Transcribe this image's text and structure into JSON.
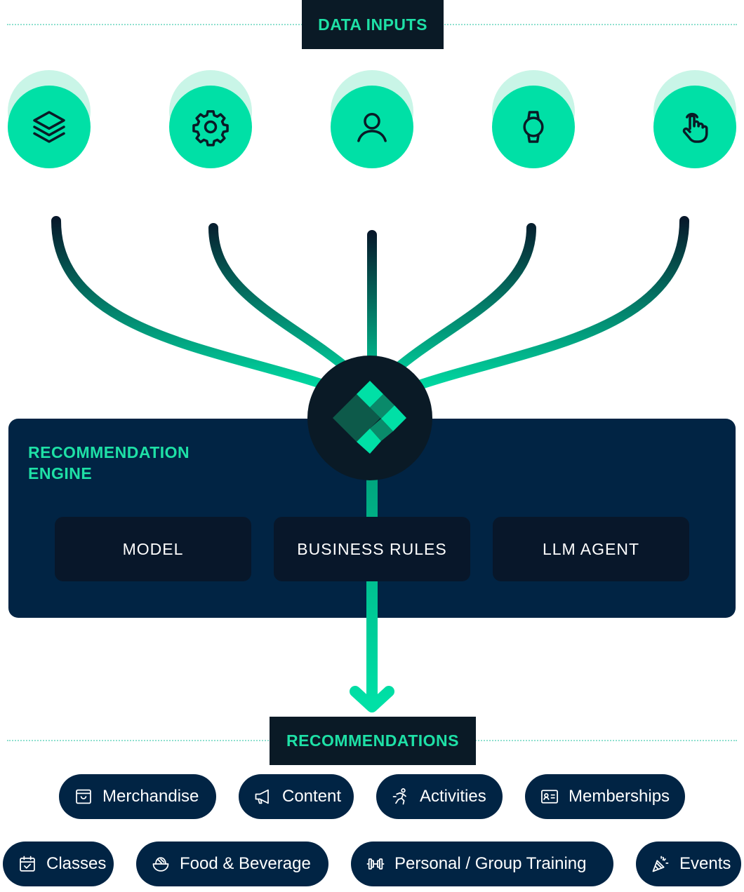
{
  "header": {
    "title": "DATA INPUTS"
  },
  "inputs": [
    {
      "icon": "layers-icon"
    },
    {
      "icon": "gear-icon"
    },
    {
      "icon": "user-icon"
    },
    {
      "icon": "smartwatch-icon"
    },
    {
      "icon": "pointer-hand-icon"
    }
  ],
  "engine": {
    "title_line1": "RECOMMENDATION",
    "title_line2": "ENGINE",
    "hub_icon": "engine-logo-icon",
    "boxes": [
      "MODEL",
      "BUSINESS RULES",
      "LLM AGENT"
    ]
  },
  "output": {
    "title": "RECOMMENDATIONS"
  },
  "recommendations": [
    {
      "label": "Merchandise",
      "icon": "shopping-bag-icon"
    },
    {
      "label": "Content",
      "icon": "megaphone-icon"
    },
    {
      "label": "Activities",
      "icon": "running-person-icon"
    },
    {
      "label": "Memberships",
      "icon": "member-card-icon"
    },
    {
      "label": "Classes",
      "icon": "calendar-check-icon"
    },
    {
      "label": "Food & Beverage",
      "icon": "food-bowl-icon"
    },
    {
      "label": "Personal / Group Training",
      "icon": "dumbbell-icon"
    },
    {
      "label": "Events",
      "icon": "party-popper-icon"
    }
  ],
  "colors": {
    "accent": "#00e0a6",
    "halo": "#c9f5e7",
    "dark": "#0a1a26",
    "engine_bg": "#012444",
    "box_bg": "#08172a"
  }
}
